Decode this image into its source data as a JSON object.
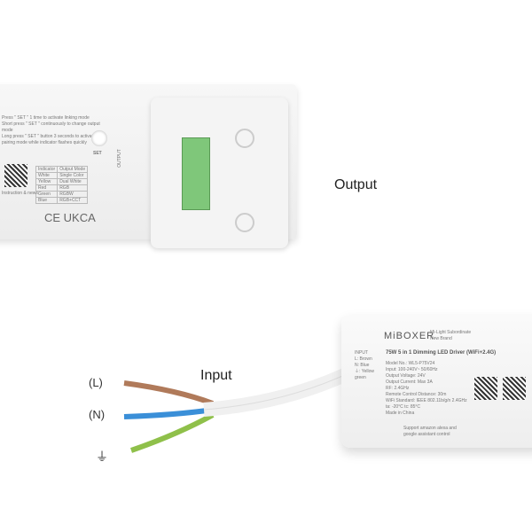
{
  "labels": {
    "output": "Output",
    "input": "Input",
    "live": "(L)",
    "neutral": "(N)",
    "ground": "⏚"
  },
  "driver_top": {
    "instructions": [
      "Press \" SET \" 1 time to activate linking mode",
      "Short press \" SET \" continuously to change output mode",
      "Long press \" SET \" button 3 seconds to activate WiFi pairing mode while indicator flashes quickly"
    ],
    "set_label": "SET",
    "qr_caption": "Instruction & news",
    "indicator_table": {
      "headers": [
        "Indicator",
        "Output Mode"
      ],
      "rows": [
        [
          "White",
          "Single Color"
        ],
        [
          "Yellow",
          "Dual White"
        ],
        [
          "Red",
          "RGB"
        ],
        [
          "Green",
          "RGBW"
        ],
        [
          "Blue",
          "RGB+CCT"
        ]
      ]
    },
    "output_label": "OUTPUT",
    "cert_marks": "CE UKCA"
  },
  "driver_bottom": {
    "brand": "MiBOXER",
    "sub_brand": "Mi-Light Subordinate New Brand",
    "title": "75W 5 in 1 Dimming LED Driver (WiFi+2.4G)",
    "specs": [
      "Model No.: WL5-P75V24",
      "Input: 100-240V~ 50/60Hz",
      "Output Voltage: 24V",
      "Output Current: Max 3A",
      "RF: 2.4GHz",
      "Remote Control Distance: 30m",
      "WiFi Standard: IEEE 802.11b/g/n 2.4GHz",
      "ta: -20°C   tc: 85°C",
      "Made in China"
    ],
    "voice": "Support amazon alexa and google assistant control",
    "input_label": "INPUT",
    "input_pins": [
      "L: Brown",
      "N: Blue",
      "⏚: Yellow green"
    ]
  },
  "colors": {
    "terminal": "#7fc77a",
    "brown": "#b07a5a",
    "blue": "#3a8fd8",
    "yellowgreen": "#8fc04a"
  }
}
